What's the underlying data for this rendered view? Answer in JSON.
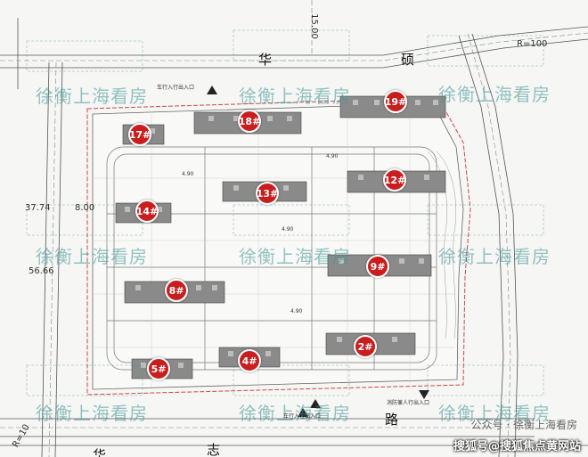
{
  "watermark": "徐衡上海看房",
  "credit": "公众号 · 徐衡上海看房",
  "footer": "搜狐号@搜狐焦点黄网站",
  "roads": {
    "north_1": "华",
    "north_2": "硕",
    "south_1": "路",
    "south_2": "志",
    "south_3": "华",
    "width_label": "R=100",
    "corner_label": "R=10"
  },
  "dimensions": {
    "top": "15.00",
    "left_a": "37.74",
    "left_b": "56.66",
    "left_c": "8.00",
    "inner_a": "4.90",
    "inner_b": "4.90",
    "inner_c": "4.90",
    "inner_d": "4.90"
  },
  "entrances": {
    "north": "车行入行出入口",
    "south_fire": "消防兼人行出入口",
    "south_car": "车行入行出入口"
  },
  "buildings": [
    {
      "id": "17#"
    },
    {
      "id": "18#"
    },
    {
      "id": "19#"
    },
    {
      "id": "14#"
    },
    {
      "id": "13#"
    },
    {
      "id": "12#"
    },
    {
      "id": "8#"
    },
    {
      "id": "9#"
    },
    {
      "id": "5#"
    },
    {
      "id": "4#"
    },
    {
      "id": "2#"
    }
  ]
}
